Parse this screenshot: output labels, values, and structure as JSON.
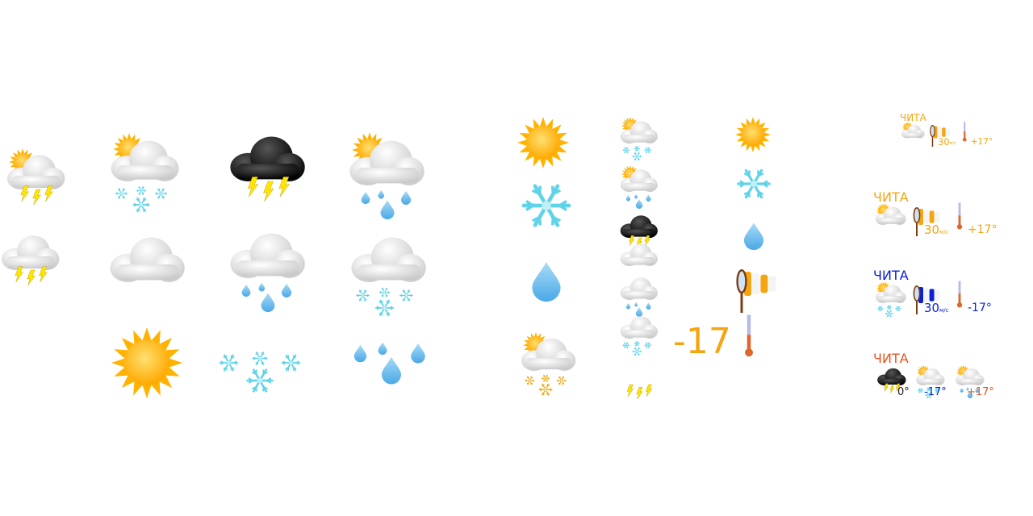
{
  "colors": {
    "sun": "#ffb300",
    "orange": "#f5a511",
    "blue": "#0a1fd6",
    "red": "#e8531d",
    "snow": "#5fd3e8",
    "rain": "#6ec3ee",
    "cloud": "#e6e6e6",
    "dark": "#1a1a1a",
    "bolt": "#ffe600"
  },
  "icons": [
    "partly-cloudy-thunder",
    "cloud-thunder",
    "partly-cloudy-snow",
    "cloud",
    "sun",
    "dark-cloud-thunder",
    "cloud-rain",
    "snow",
    "partly-cloudy-rain",
    "cloud-snow",
    "rain",
    "sun",
    "snowflake",
    "drop",
    "partly-cloudy-orange-snow",
    "partly-cloudy-snow",
    "partly-cloudy-rain",
    "dark-cloud-thunder",
    "cloud",
    "cloud-rain",
    "cloud-snow",
    "lightning",
    "sun",
    "snowflake",
    "drop",
    "windsock",
    "thermometer"
  ],
  "big_temp": "-17",
  "widgets": [
    {
      "city": "ЧИТА",
      "wind": "30",
      "wind_unit": "м/с",
      "temp": "+17°",
      "color": "#f5a511",
      "icon": "partly-cloudy"
    },
    {
      "city": "ЧИТА",
      "wind": "30",
      "wind_unit": "м/с",
      "temp": "+17°",
      "color": "#f5a511",
      "icon": "partly-cloudy"
    },
    {
      "city": "ЧИТА",
      "wind": "30",
      "wind_unit": "м/с",
      "temp": "-17°",
      "color": "#0a1fd6",
      "icon": "partly-cloudy-snow"
    }
  ],
  "forecast": {
    "city": "ЧИТА",
    "color": "#e8531d",
    "items": [
      {
        "icon": "dark-cloud-thunder",
        "temp": "0°",
        "color": "#222222"
      },
      {
        "icon": "partly-cloudy-snow",
        "temp": "-17°",
        "color": "#0a1fd6"
      },
      {
        "icon": "partly-cloudy-rain",
        "temp": "+17°",
        "color": "#e8531d"
      }
    ]
  }
}
